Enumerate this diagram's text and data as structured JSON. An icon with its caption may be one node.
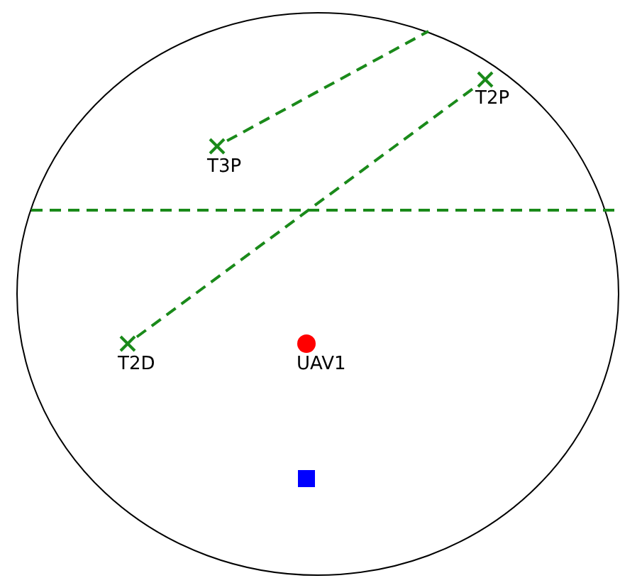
{
  "diagram": {
    "nodes": [
      {
        "text": [],
        "shape": "circle"
      },
      {
        "text": [
          "T2P"
        ],
        "in": 0
      },
      {
        "text": [
          "T3P"
        ],
        "in": 0
      },
      {
        "text": [
          "T2D"
        ],
        "in": 0
      },
      {
        "text": [
          "UAV1"
        ],
        "in": 0
      },
      {
        "text": [],
        "shape": "box",
        "in": 0
      }
    ],
    "edges": [
      {
        "from": 3,
        "to": 1,
        "arrow": "none",
        "style": "dashed"
      },
      {
        "from": 2,
        "to": null,
        "arrow": "none",
        "style": "dashed"
      }
    ]
  }
}
